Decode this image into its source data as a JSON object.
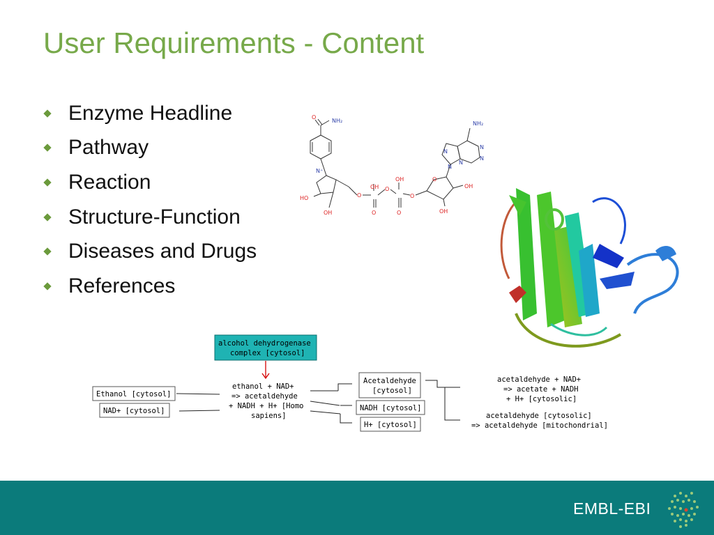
{
  "slide": {
    "title": "User Requirements - Content",
    "bullets": [
      "Enzyme Headline",
      "Pathway",
      "Reaction",
      "Structure-Function",
      "Diseases and Drugs",
      "References"
    ]
  },
  "molecule": {
    "labels": {
      "nh2_amide": "NH₂",
      "nh2_adenine": "NH₂",
      "n_plus": "N⁺",
      "ho_left": "HO",
      "oh_bottom_left": "OH",
      "oh_p1": "OH",
      "oh_p2": "OH",
      "o_p1": "O",
      "o_p2": "O",
      "oh_right": "OH",
      "oh_bottom_right": "OH"
    }
  },
  "pathway": {
    "enzyme_line1": "alcohol dehydrogenase",
    "enzyme_line2": "complex [cytosol]",
    "input1": "Ethanol [cytosol]",
    "input2": "NAD+ [cytosol]",
    "reaction_line1": "ethanol + NAD+",
    "reaction_line2": "=> acetaldehyde",
    "reaction_line3": "+ NADH + H+ [Homo",
    "reaction_line4": "sapiens]",
    "output1_line1": "Acetaldehyde",
    "output1_line2": "[cytosol]",
    "output2": "NADH [cytosol]",
    "output3": "H+ [cytosol]",
    "next1_line1": "acetaldehyde + NAD+",
    "next1_line2": "=> acetate + NADH",
    "next1_line3": "+ H+ [cytosolic]",
    "next2_line1": "acetaldehyde [cytosolic]",
    "next2_line2": "=> acetaldehyde [mitochondrial]"
  },
  "footer": {
    "logo_text": "EMBL-EBI"
  },
  "colors": {
    "title": "#77a94a",
    "footer": "#0b7b7b",
    "enzyme_box": "#1fb3b3",
    "arrow_red": "#d40000"
  }
}
